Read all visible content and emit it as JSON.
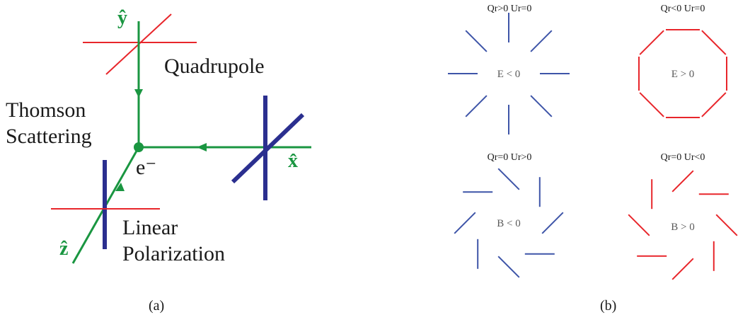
{
  "colors": {
    "green": "#1a9641",
    "red": "#e8262b",
    "blue": "#2b2f8f",
    "pattern_blue": "#3e55a8",
    "pattern_red": "#e8262b",
    "text": "#1a1a1a",
    "gray_text": "#5a5a5a"
  },
  "panel_a": {
    "caption": "(a)",
    "axis_y_label": "ŷ",
    "axis_x_label": "x̂",
    "axis_z_label": "ẑ",
    "label_quadrupole": "Quadrupole",
    "label_thomson_line1": "Thomson",
    "label_thomson_line2": "Scattering",
    "label_electron": "e⁻",
    "label_linear_line1": "Linear",
    "label_linear_line2": "Polarization"
  },
  "panel_b": {
    "caption": "(b)",
    "patterns": [
      {
        "title": "Qr>0  Ur=0",
        "center": "E < 0",
        "mode": "radial",
        "color": "pattern_blue"
      },
      {
        "title": "Qr<0  Ur=0",
        "center": "E > 0",
        "mode": "tangential",
        "color": "pattern_red"
      },
      {
        "title": "Qr=0  Ur>0",
        "center": "B < 0",
        "mode": "swirl_ccw",
        "color": "pattern_blue"
      },
      {
        "title": "Qr=0  Ur<0",
        "center": "B > 0",
        "mode": "swirl_cw",
        "color": "pattern_red"
      }
    ]
  }
}
